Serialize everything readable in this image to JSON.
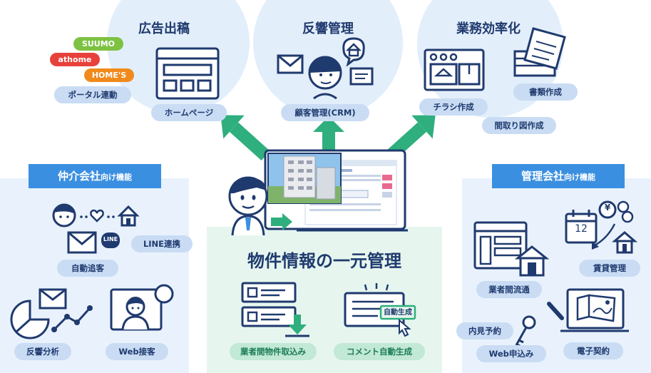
{
  "ad": {
    "title": "広告出稿",
    "portal_badges": [
      "SUUMO",
      "athome",
      "HOME'S"
    ],
    "portal_label": "ポータル連動",
    "homepage_label": "ホームページ"
  },
  "response": {
    "title": "反響管理",
    "crm_label": "顧客管理(CRM)"
  },
  "efficiency": {
    "title": "業務効率化",
    "flyer_label": "チラシ作成",
    "docs_label": "書類作成",
    "floorplan_label": "間取り図作成"
  },
  "center": {
    "title": "物件情報の一元管理",
    "import_label": "業者間物件取込み",
    "comment_label": "コメント自動生成",
    "auto_gen_tag": "自動生成"
  },
  "broker": {
    "header_main": "仲介会社",
    "header_sub": "向け機能",
    "line_logo": "LINE",
    "line_label": "LINE連携",
    "auto_follow_label": "自動追客",
    "analysis_label": "反響分析",
    "web_meeting_label": "Web接客"
  },
  "mgmt": {
    "header_main": "管理会社",
    "header_sub": "向け機能",
    "calendar_day": "12",
    "yen_symbol": "¥",
    "rental_label": "賃貸管理",
    "distribution_label": "業者間流通",
    "viewing_label": "内見予約",
    "web_apply_label": "Web申込み",
    "contract_label": "電子契約"
  },
  "colors": {
    "navy": "#1f3a6e",
    "blue": "#3b8fe0",
    "green": "#2eaf7d",
    "suumo": "#7dc242",
    "athome": "#e8413c",
    "homes": "#f08a1c"
  }
}
